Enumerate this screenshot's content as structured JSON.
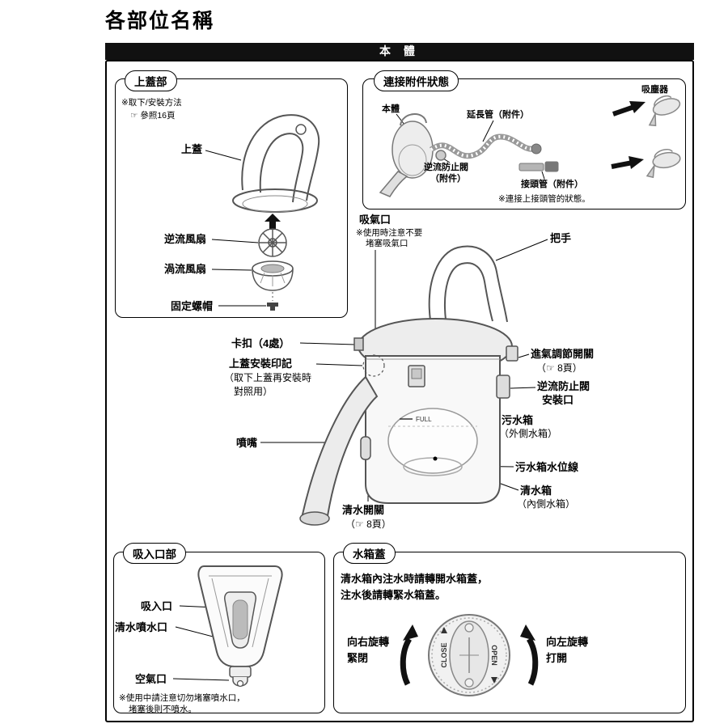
{
  "page": {
    "title": "各部位名稱",
    "banner": "本 體"
  },
  "top_cover_section": {
    "label": "上蓋部",
    "note_line1": "※取下/安裝方法",
    "note_line2": "☞ 參照16頁",
    "top_cover": "上蓋",
    "backflow_fan": "逆流風扇",
    "vortex_fan": "渦流風扇",
    "fixing_nut": "固定螺帽"
  },
  "attachment_section": {
    "label": "連接附件狀態",
    "vacuum_label": "吸塵器",
    "body_label": "本體",
    "extension_tube": "延長管（附件）",
    "backflow_valve_line1": "逆流防止閥",
    "backflow_valve_line2": "（附件）",
    "connector_tube": "接頭管（附件）",
    "note": "※連接上接頭管的狀態。"
  },
  "main_body": {
    "intake": "吸氣口",
    "intake_note_line1": "※使用時注意不要",
    "intake_note_line2": "堵塞吸氣口",
    "handle": "把手",
    "clips": "卡扣（4處）",
    "cover_mark_line1": "上蓋安裝印記",
    "cover_mark_line2": "（取下上蓋再安裝時",
    "cover_mark_line3": "對照用）",
    "air_adjust_line1": "進氣調節開關",
    "air_adjust_line2": "（☞ 8頁）",
    "valve_port_line1": "逆流防止閥",
    "valve_port_line2": "安裝口",
    "dirty_tank_line1": "污水箱",
    "dirty_tank_line2": "（外側水箱）",
    "nozzle": "噴嘴",
    "water_level": "污水箱水位線",
    "clean_tank_line1": "清水箱",
    "clean_tank_line2": "（內側水箱）",
    "water_switch_line1": "清水開關",
    "water_switch_line2": "（☞ 8頁）",
    "full_mark": "FULL"
  },
  "inlet_section": {
    "label": "吸入口部",
    "inlet": "吸入口",
    "spray_outlet": "清水噴水口",
    "air_hole": "空氣口",
    "note_line1": "※使用中請注意切勿堵塞噴水口，",
    "note_line2": "堵塞後則不噴水。"
  },
  "tank_cap_section": {
    "label": "水箱蓋",
    "instruction_line1": "清水箱內注水時請轉開水箱蓋，",
    "instruction_line2": "注水後請轉緊水箱蓋。",
    "rotate_right_line1": "向右旋轉",
    "rotate_right_line2": "緊閉",
    "rotate_left_line1": "向左旋轉",
    "rotate_left_line2": "打開",
    "close_mark": "CLOSE",
    "open_mark": "OPEN"
  }
}
